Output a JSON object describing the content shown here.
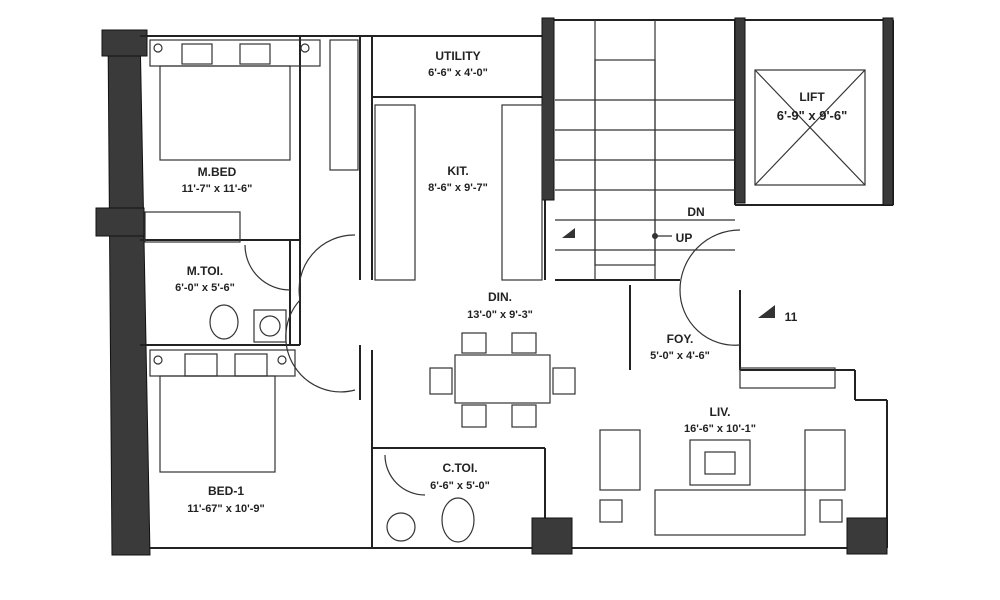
{
  "plan": {
    "rooms": {
      "utility": {
        "name": "UTILITY",
        "size": "6'-6\" x 4'-0\""
      },
      "mbed": {
        "name": "M.BED",
        "size": "11'-7\" x 11'-6\""
      },
      "kit": {
        "name": "KIT.",
        "size": "8'-6\" x 9'-7\""
      },
      "lift": {
        "name": "LIFT",
        "size": "6'-9\" x 9'-6\""
      },
      "mtoi": {
        "name": "M.TOI.",
        "size": "6'-0\" x 5'-6\""
      },
      "din": {
        "name": "DIN.",
        "size": "13'-0\" x 9'-3\""
      },
      "foy": {
        "name": "FOY.",
        "size": "5'-0\" x 4'-6\""
      },
      "liv": {
        "name": "LIV.",
        "size": "16'-6\" x 10'-1\""
      },
      "ctoi": {
        "name": "C.TOI.",
        "size": "6'-6\" x 5'-0\""
      },
      "bed1": {
        "name": "BED-1",
        "size": "11'-67\" x 10'-9\""
      }
    },
    "stair": {
      "dn": "DN",
      "up": "UP"
    },
    "entry_marker": "11"
  }
}
